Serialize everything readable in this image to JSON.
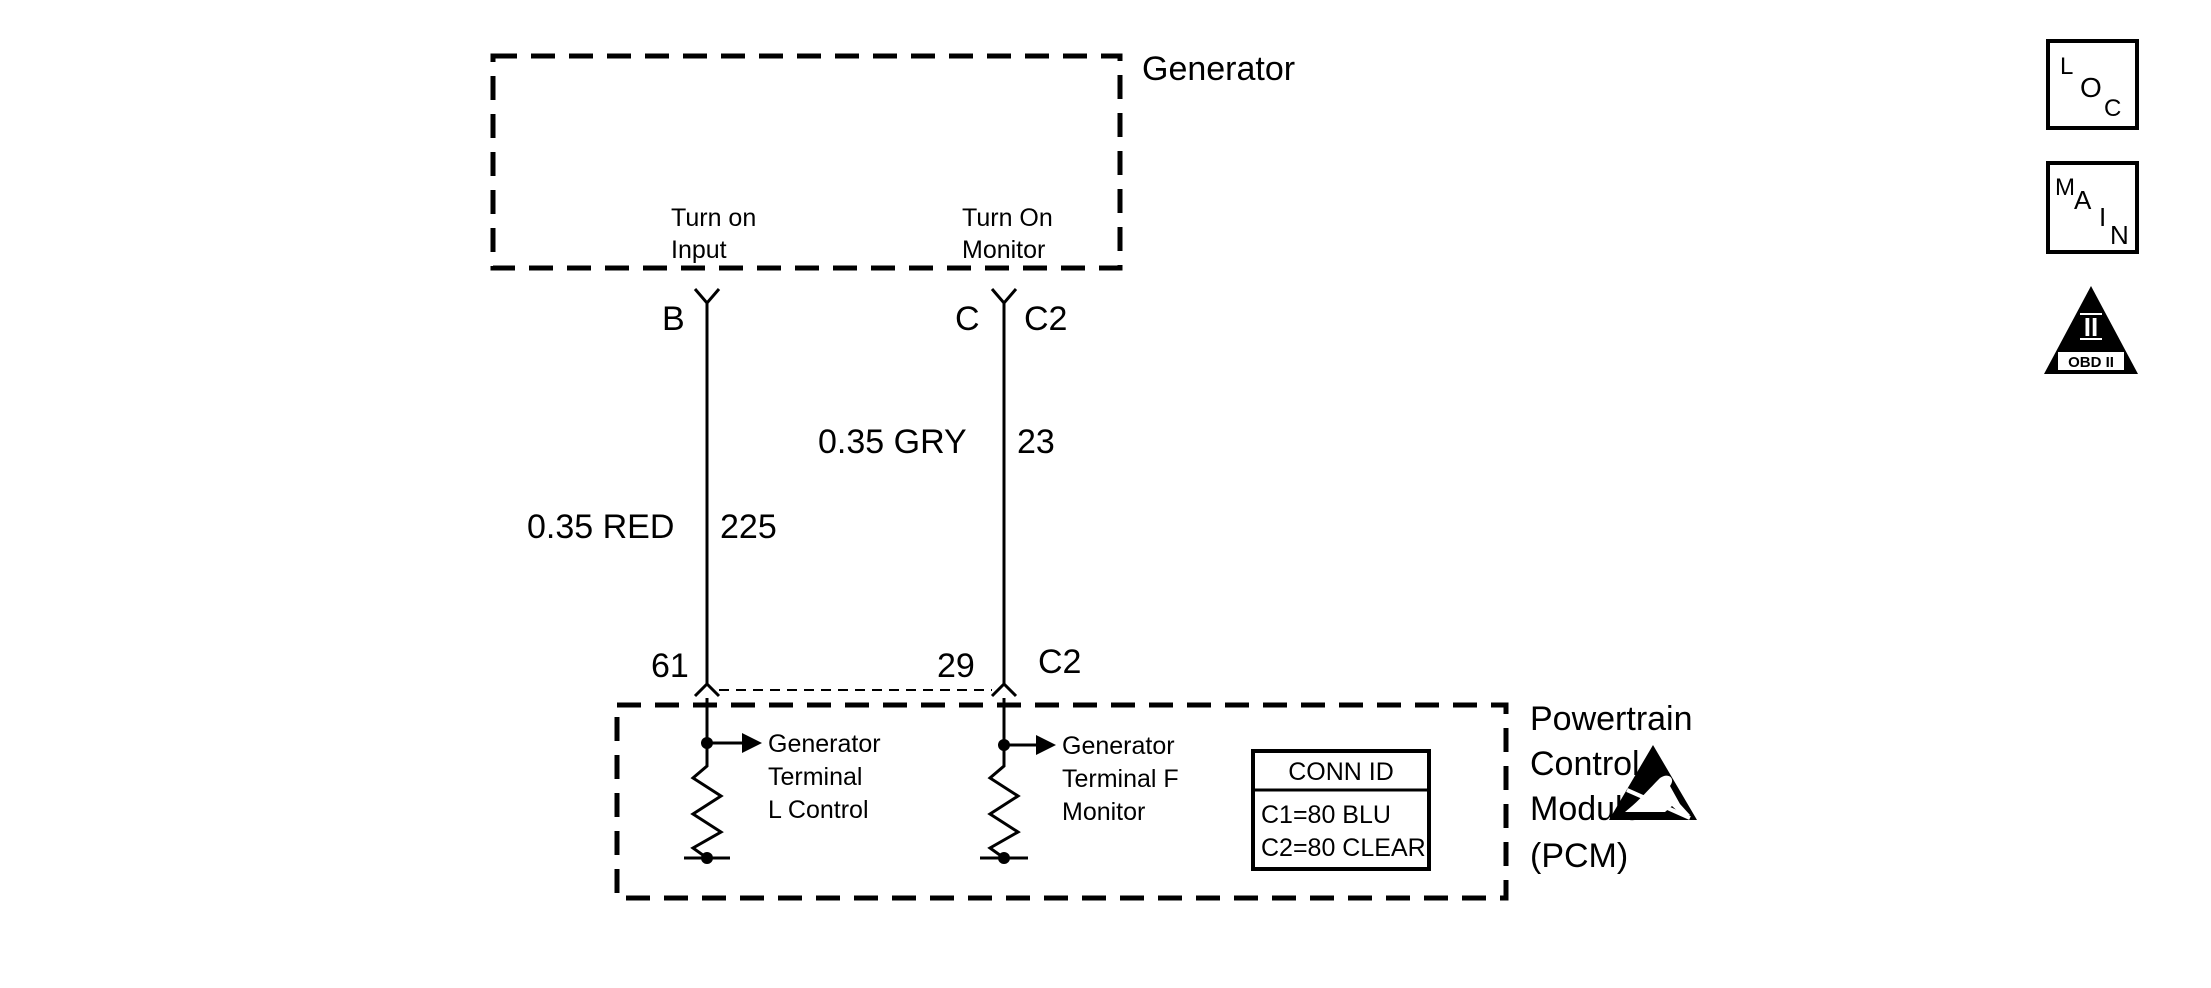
{
  "generator": {
    "title": "Generator",
    "turn_on_input_line1": "Turn on",
    "turn_on_input_line2": "Input",
    "turn_on_monitor_line1": "Turn On",
    "turn_on_monitor_line2": "Monitor"
  },
  "wire_left": {
    "top_terminal": "B",
    "gauge_color": "0.35 RED",
    "circuit": "225",
    "bottom_pin": "61"
  },
  "wire_right": {
    "top_terminal": "C",
    "top_connector": "C2",
    "gauge_color": "0.35 GRY",
    "circuit": "23",
    "bottom_pin": "29",
    "bottom_connector": "C2"
  },
  "pcm": {
    "title_line1": "Powertrain",
    "title_line2": "Control",
    "title_line3": "Module",
    "title_line4": "(PCM)",
    "left_resistor_line1": "Generator",
    "left_resistor_line2": "Terminal",
    "left_resistor_line3": "L Control",
    "right_resistor_line1": "Generator",
    "right_resistor_line2": "Terminal F",
    "right_resistor_line3": "Monitor"
  },
  "conn_id": {
    "header": "CONN ID",
    "c1": "C1=80 BLU",
    "c2": "C2=80 CLEAR"
  },
  "icons": {
    "loc": [
      "L",
      "O",
      "C"
    ],
    "main": [
      "M",
      "A",
      "I",
      "N"
    ],
    "obd": "OBD II",
    "obd_numeral": "II"
  }
}
